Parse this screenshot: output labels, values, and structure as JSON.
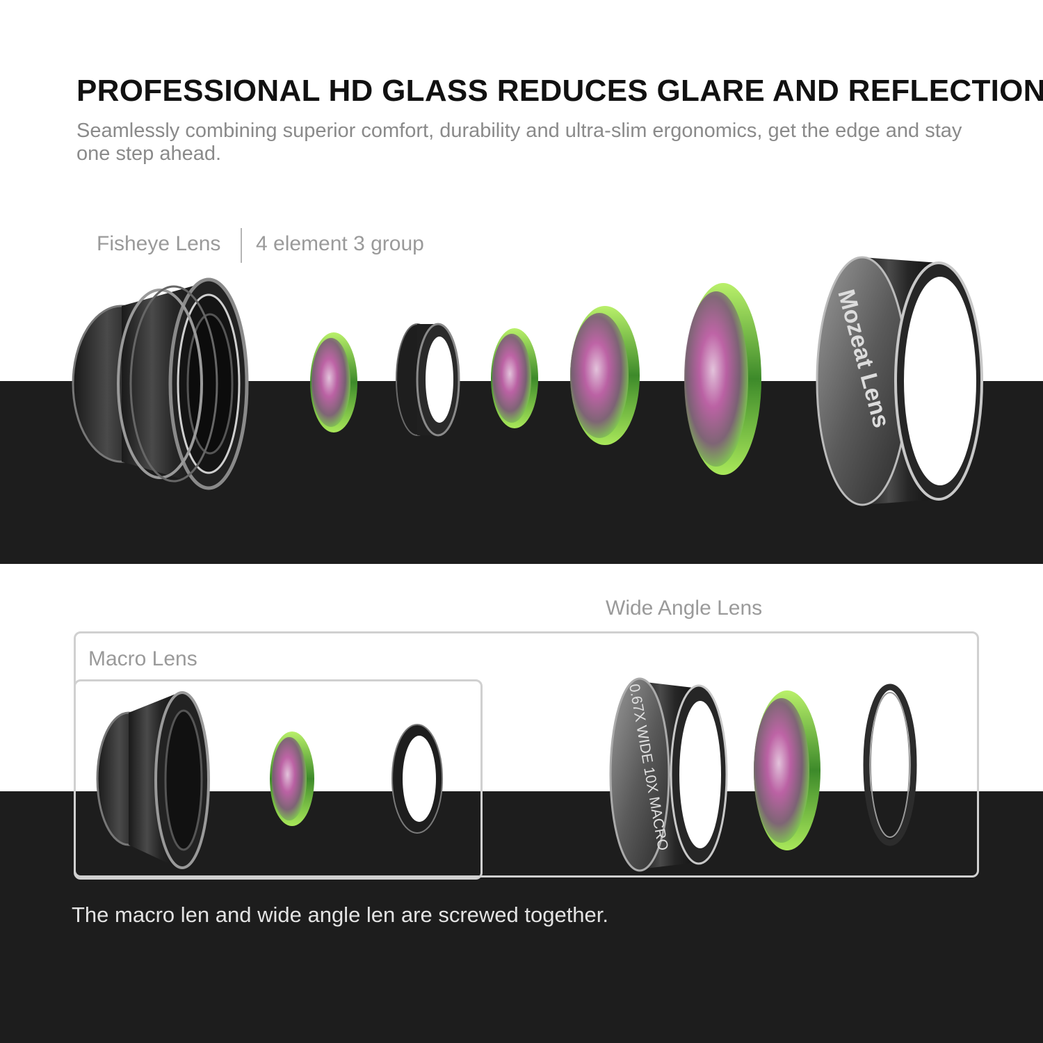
{
  "header": {
    "headline": "PROFESSIONAL HD GLASS REDUCES GLARE AND REFLECTION",
    "subline": "Seamlessly combining superior comfort, durability and ultra-slim ergonomics, get the edge and stay one step ahead."
  },
  "fisheye": {
    "name": "Fisheye  Lens",
    "spec": "4 element 3 group",
    "ring_engraving": "Mozeat Lens"
  },
  "wide_angle": {
    "name": "Wide Angle Lens",
    "ring_engraving": "0.67X WIDE 10X MACRO"
  },
  "macro": {
    "name": "Macro Lens"
  },
  "footnote": "The macro len and wide angle len are screwed together.",
  "colors": {
    "band": "#1d1d1d",
    "headline": "#111111",
    "muted_text": "#8a8a8a",
    "glass_green": "#7fd84a",
    "glass_magenta": "#c65bb0",
    "metal": "#2b2b2b"
  }
}
